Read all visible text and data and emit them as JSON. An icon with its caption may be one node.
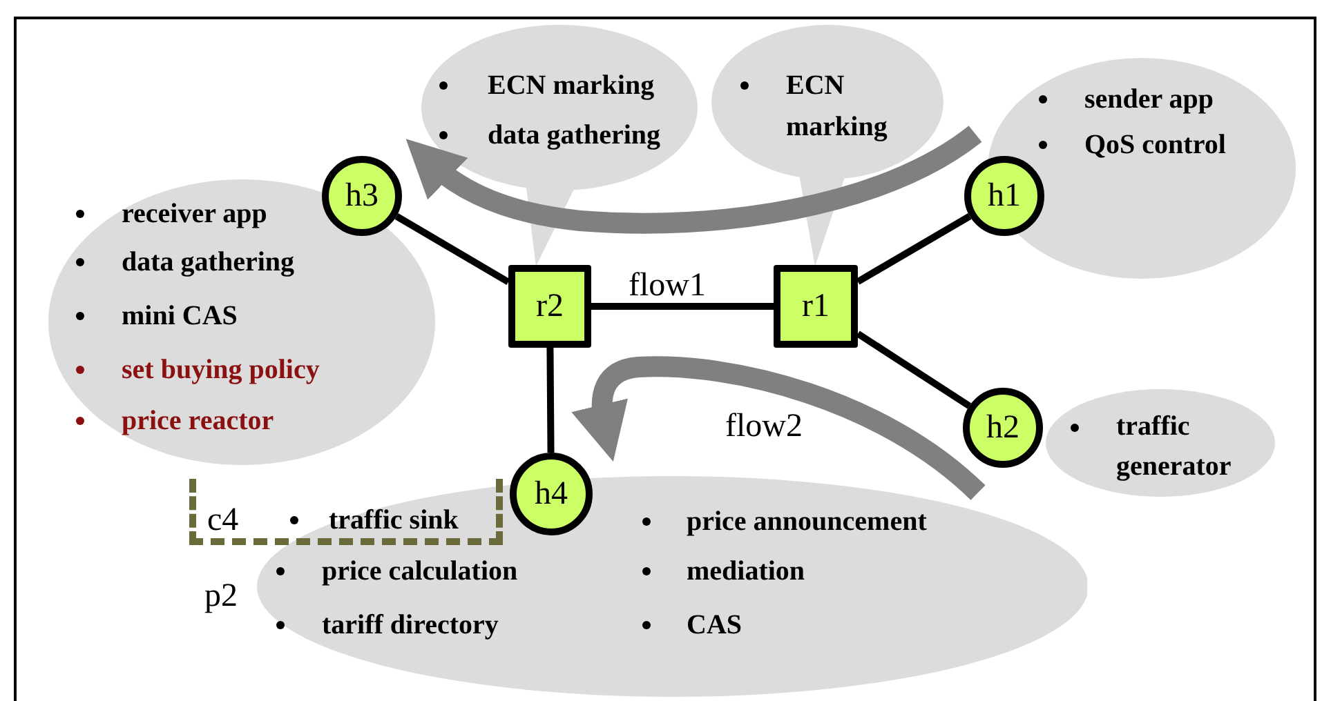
{
  "diagram": {
    "nodes": [
      {
        "text": [
          "h1"
        ]
      },
      {
        "text": [
          "h2"
        ]
      },
      {
        "text": [
          "h3"
        ]
      },
      {
        "text": [
          "h4"
        ]
      },
      {
        "text": [
          "r1"
        ]
      },
      {
        "text": [
          "r2"
        ]
      },
      {
        "text": [
          "ECN marking",
          "data gathering"
        ]
      },
      {
        "text": [
          "ECN marking"
        ]
      },
      {
        "text": [
          "sender app",
          "QoS control"
        ]
      },
      {
        "text": [
          "receiver app",
          "data gathering",
          "mini CAS",
          "set buying policy",
          "price reactor"
        ]
      },
      {
        "text": [
          "traffic generator"
        ]
      },
      {
        "text": [
          "c4",
          "traffic sink"
        ]
      },
      {
        "text": [
          "p2",
          "price calculation",
          "tariff directory",
          "price announcement",
          "mediation",
          "CAS"
        ]
      }
    ],
    "edges": [
      {
        "from": 2,
        "to": 5,
        "arrow": "none"
      },
      {
        "from": 5,
        "to": 4,
        "arrow": "none"
      },
      {
        "from": 4,
        "to": 0,
        "arrow": "none"
      },
      {
        "from": 4,
        "to": 1,
        "arrow": "none"
      },
      {
        "from": 5,
        "to": 3,
        "arrow": "none"
      }
    ],
    "labels": [
      "flow1",
      "flow2"
    ]
  }
}
